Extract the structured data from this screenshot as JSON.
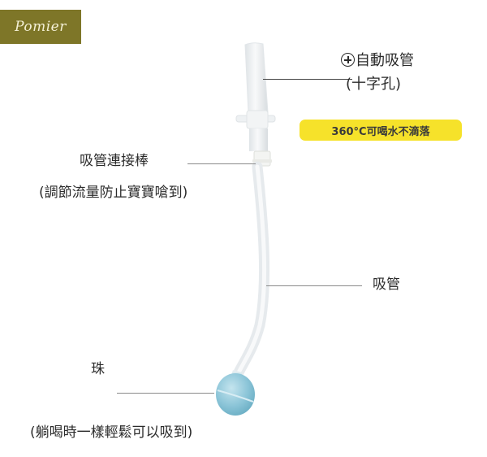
{
  "brand": {
    "logo_text": "Pomier",
    "logo_bg": "#7e7628"
  },
  "callouts": {
    "auto_straw": {
      "title": "自動吸管",
      "icon": "plus-circle-icon",
      "subtitle": "(十字孔)"
    },
    "badge": {
      "text": "360°C可喝水不滴落",
      "color": "#f6e22a"
    },
    "connector": {
      "title": "吸管連接棒",
      "subtitle": "(調節流量防止寶寶嗆到)"
    },
    "straw": {
      "title": "吸管"
    },
    "ball": {
      "title": "珠",
      "subtitle": "(躺喝時一樣輕鬆可以吸到)"
    }
  },
  "product": {
    "name": "straw-assembly",
    "ball_color": "#8fc8da",
    "tube_color": "#eef1f3"
  }
}
